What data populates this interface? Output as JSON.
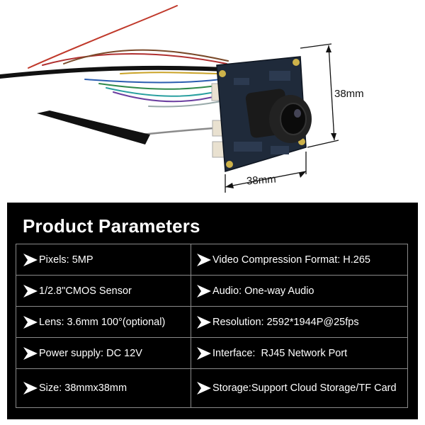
{
  "photo": {
    "height_label": "38mm",
    "width_label": "38mm"
  },
  "panel": {
    "title": "Product Parameters",
    "rows": [
      {
        "left": "Pixels: 5MP",
        "right": "Video Compression Format: H.265"
      },
      {
        "left": "1/2.8\"CMOS Sensor",
        "right": "Audio: One-way Audio"
      },
      {
        "left": "Lens: 3.6mm 100°(optional)",
        "right": "Resolution: 2592*1944P@25fps"
      },
      {
        "left": "Power supply: DC 12V",
        "right": "Interface:  RJ45 Network Port"
      },
      {
        "left": "Size: 38mmx38mm",
        "right": "Storage:Support Cloud Storage/TF Card"
      }
    ]
  },
  "colors": {
    "panel_bg": "#000000",
    "board": "#1f2a3a",
    "lens": "#1a1a1a"
  },
  "icons": [
    "arrow-bullet-icon"
  ]
}
